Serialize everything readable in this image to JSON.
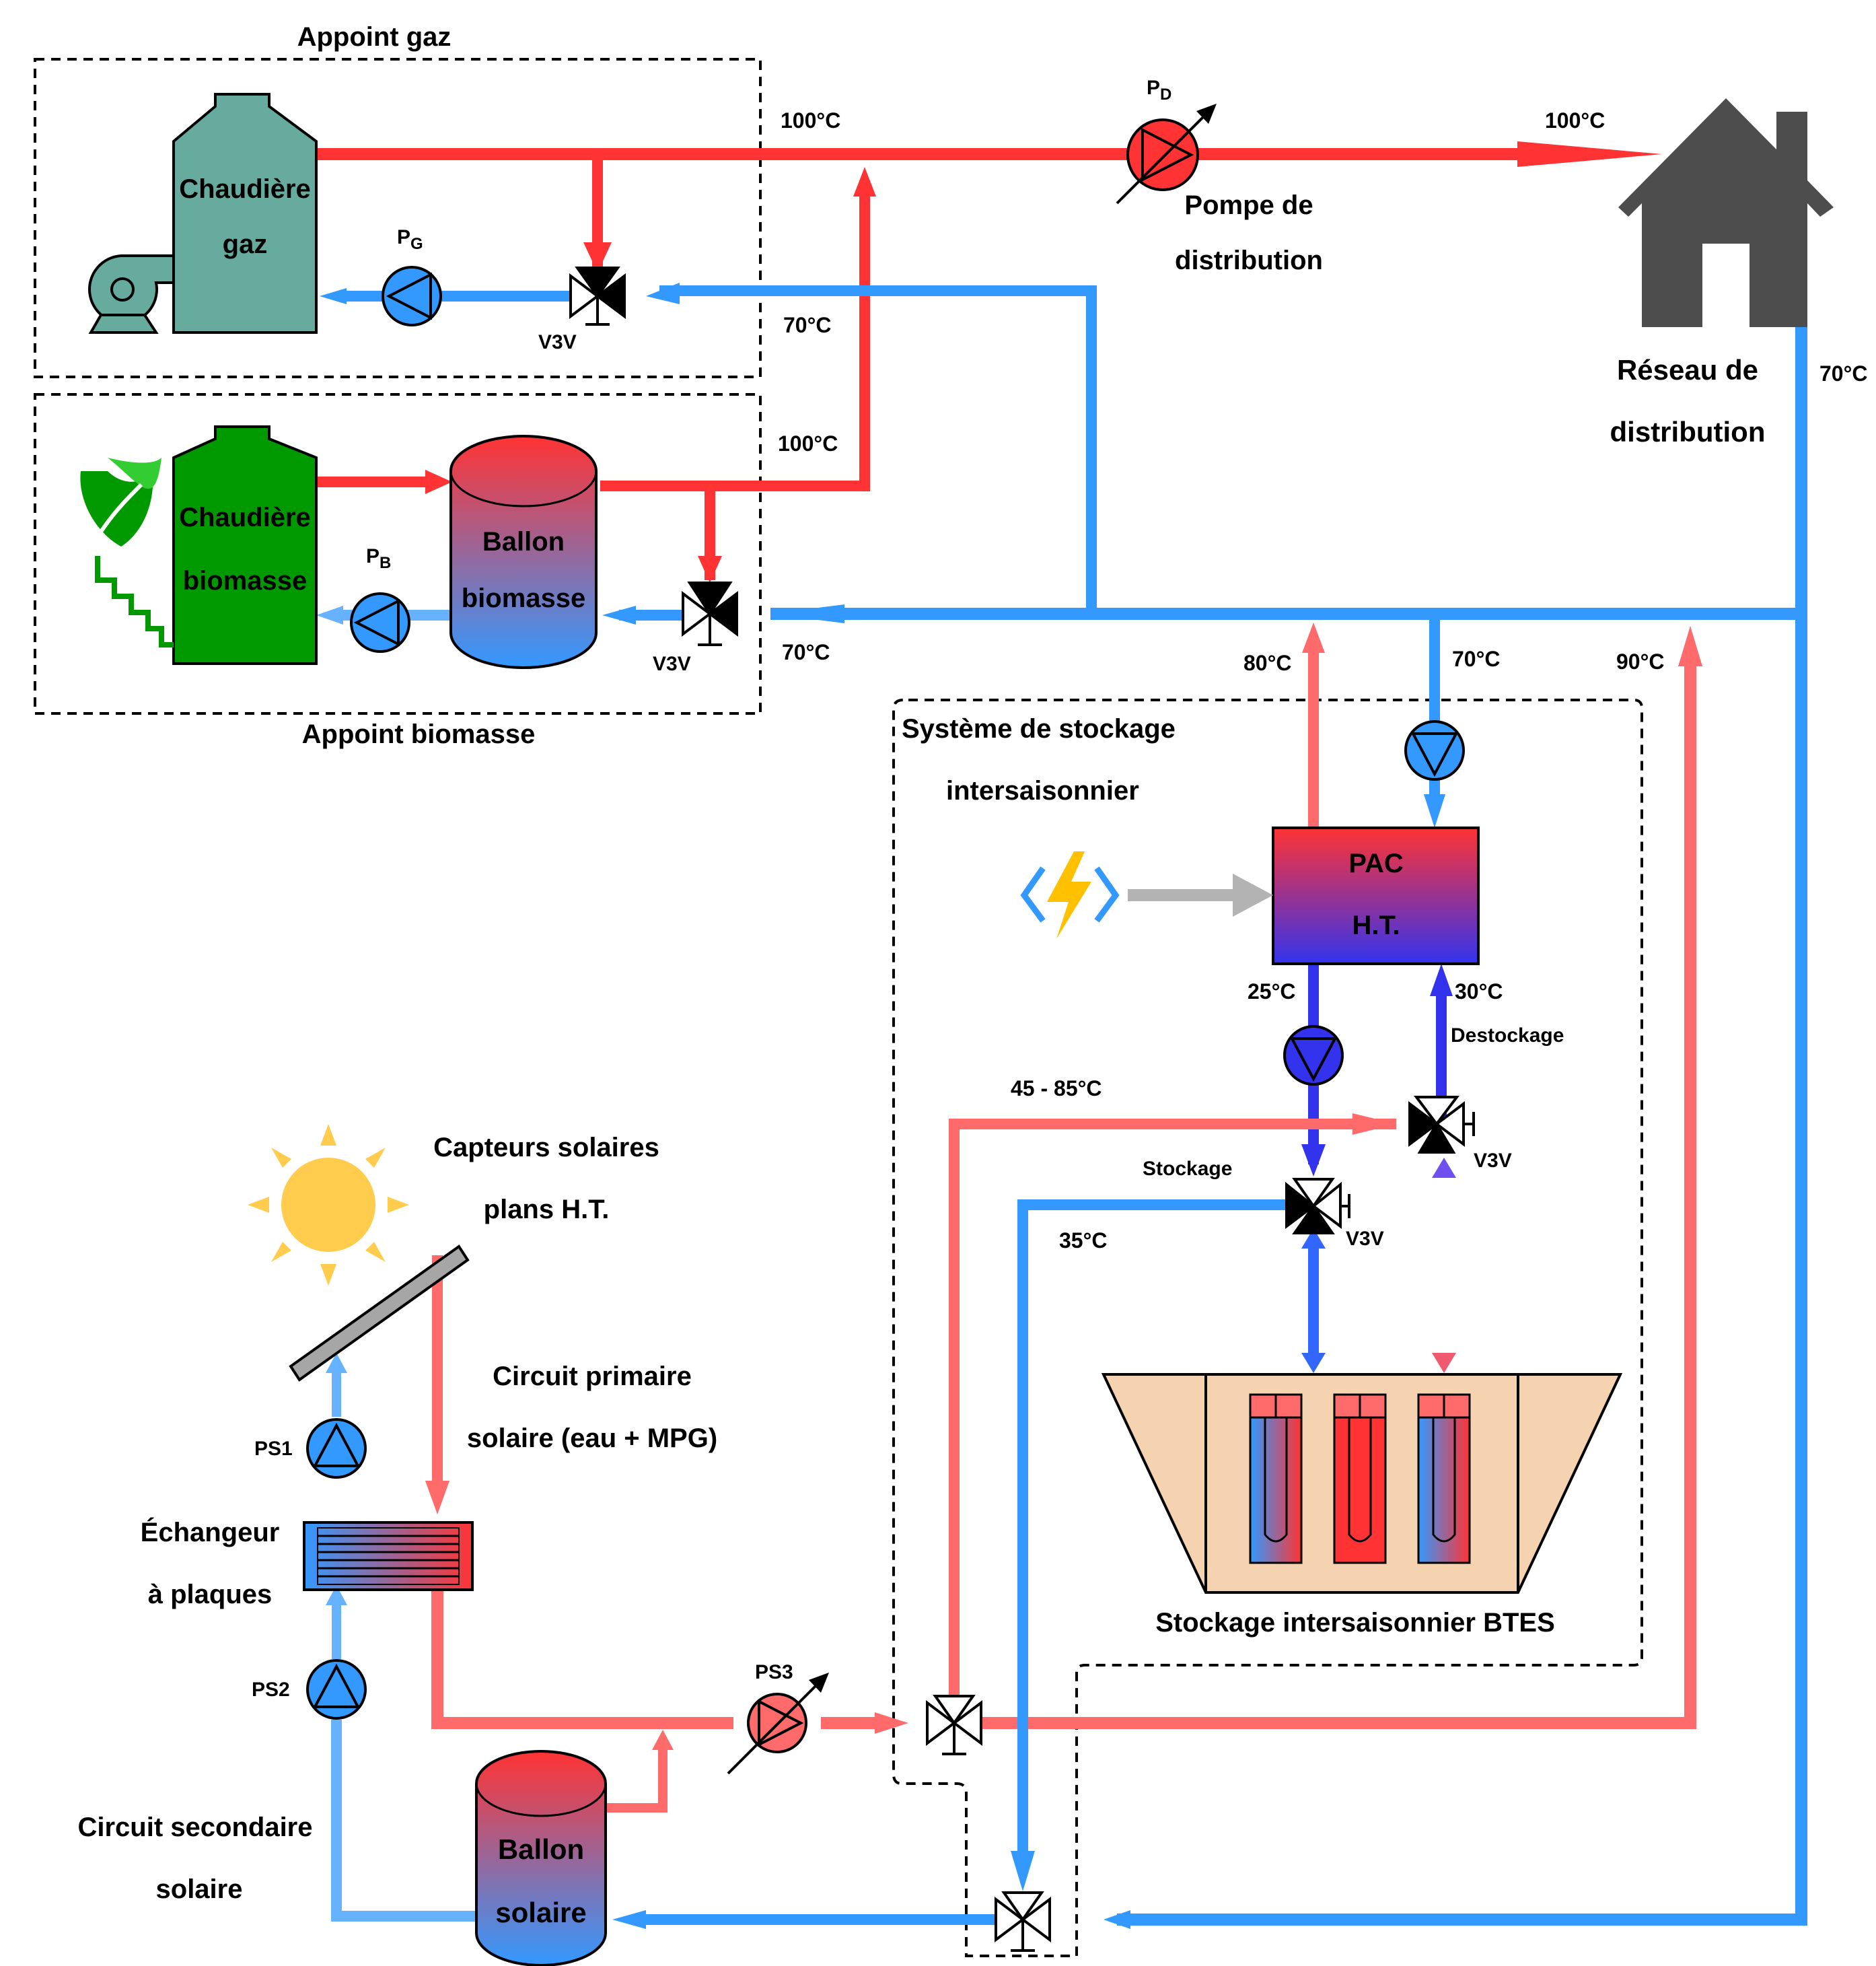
{
  "groups": {
    "gas": "Appoint gaz",
    "biomass": "Appoint biomasse",
    "storage_line1": "Système de stockage",
    "storage_line2": "intersaisonnier"
  },
  "equipment": {
    "gas_boiler_l1": "Chaudière",
    "gas_boiler_l2": "gaz",
    "bio_boiler_l1": "Chaudière",
    "bio_boiler_l2": "biomasse",
    "bio_tank_l1": "Ballon",
    "bio_tank_l2": "biomasse",
    "pac_l1": "PAC",
    "pac_l2": "H.T.",
    "solar_tank_l1": "Ballon",
    "solar_tank_l2": "solaire",
    "btes": "Stockage intersaisonnier BTES",
    "network_l1": "Réseau de",
    "network_l2": "distribution",
    "distribution_pump_l1": "Pompe de",
    "distribution_pump_l2": "distribution",
    "collectors_l1": "Capteurs solaires",
    "collectors_l2": "plans H.T.",
    "primary_l1": "Circuit primaire",
    "primary_l2": "solaire (eau + MPG)",
    "exchanger_l1": "Échangeur",
    "exchanger_l2": "à plaques",
    "secondary_l1": "Circuit secondaire",
    "secondary_l2": "solaire"
  },
  "pumps": {
    "pd_main": "P",
    "pd_sub": "D",
    "pg_main": "P",
    "pg_sub": "G",
    "pb_main": "P",
    "pb_sub": "B",
    "ps1": "PS1",
    "ps2": "PS2",
    "ps3": "PS3"
  },
  "valves": {
    "v_gas": "V3V",
    "v_bio": "V3V",
    "v_destock": "V3V",
    "v_stock": "V3V"
  },
  "flows": {
    "stockage": "Stockage",
    "destockage": "Destockage"
  },
  "temperatures": {
    "t_supply_gas": "100°C",
    "t_supply_network": "100°C",
    "t_return_gas": "70°C",
    "t_supply_bio": "100°C",
    "t_return_bio": "70°C",
    "t_return_network": "70°C",
    "t_pac_out": "80°C",
    "t_pac_in": "70°C",
    "t_btes_supply": "90°C",
    "t_pac_evap_out": "25°C",
    "t_pac_evap_in": "30°C",
    "t_solar_range": "45 - 85°C",
    "t_stock_return": "35°C"
  },
  "colors": {
    "hot": "#ff3333",
    "hot_light": "#ff6b6b",
    "cold": "#3399ff",
    "cold_light": "#66b2ff",
    "deep": "#3333ee",
    "gas_boiler": "#67ab9f",
    "bio_boiler": "#009900",
    "house": "#4d4d4d"
  }
}
